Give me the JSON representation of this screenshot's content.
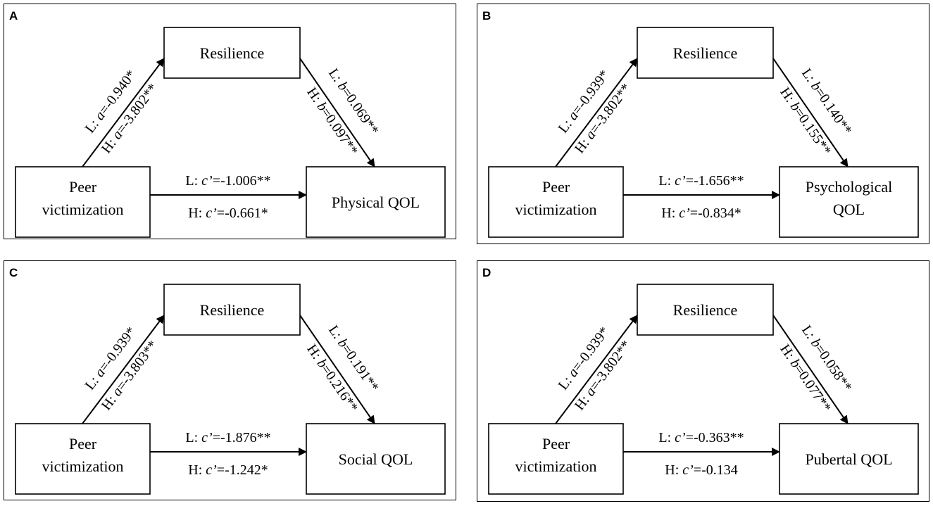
{
  "panels": [
    {
      "letter": "A",
      "mediator": "Resilience",
      "predictor": [
        "Peer",
        "victimization"
      ],
      "outcome": [
        "Physical QOL"
      ],
      "a_L": {
        "prefix": "L: ",
        "sym": "a",
        "rest": "=-0.940*"
      },
      "a_H": {
        "prefix": "H: ",
        "sym": "a",
        "rest": "=-3.802**"
      },
      "b_L": {
        "prefix": "L: ",
        "sym": "b",
        "rest": "=0.069**"
      },
      "b_H": {
        "prefix": "H: ",
        "sym": "b",
        "rest": "=0.097**"
      },
      "c_L": {
        "prefix": "L: ",
        "sym": "c’",
        "rest": "=-1.006**"
      },
      "c_H": {
        "prefix": "H: ",
        "sym": "c’",
        "rest": "=-0.661*"
      }
    },
    {
      "letter": "B",
      "mediator": "Resilience",
      "predictor": [
        "Peer",
        "victimization"
      ],
      "outcome": [
        "Psychological",
        "QOL"
      ],
      "a_L": {
        "prefix": "L: ",
        "sym": "a",
        "rest": "=-0.939*"
      },
      "a_H": {
        "prefix": "H: ",
        "sym": "a",
        "rest": "=-3.802**"
      },
      "b_L": {
        "prefix": "L: ",
        "sym": "b",
        "rest": "=0.140**"
      },
      "b_H": {
        "prefix": "H: ",
        "sym": "b",
        "rest": "=0.155**"
      },
      "c_L": {
        "prefix": "L: ",
        "sym": "c’",
        "rest": "=-1.656**"
      },
      "c_H": {
        "prefix": "H: ",
        "sym": "c’",
        "rest": "=-0.834*"
      }
    },
    {
      "letter": "C",
      "mediator": "Resilience",
      "predictor": [
        "Peer",
        "victimization"
      ],
      "outcome": [
        "Social QOL"
      ],
      "a_L": {
        "prefix": "L: ",
        "sym": "a",
        "rest": "=-0.939*"
      },
      "a_H": {
        "prefix": "H: ",
        "sym": "a",
        "rest": "=-3.803**"
      },
      "b_L": {
        "prefix": "L: ",
        "sym": "b",
        "rest": "=0.191**"
      },
      "b_H": {
        "prefix": "H: ",
        "sym": "b",
        "rest": "=0.216**"
      },
      "c_L": {
        "prefix": "L: ",
        "sym": "c’",
        "rest": "=-1.876**"
      },
      "c_H": {
        "prefix": "H: ",
        "sym": "c’",
        "rest": "=-1.242*"
      }
    },
    {
      "letter": "D",
      "mediator": "Resilience",
      "predictor": [
        "Peer",
        "victimization"
      ],
      "outcome": [
        "Pubertal QOL"
      ],
      "a_L": {
        "prefix": "L: ",
        "sym": "a",
        "rest": "=-0.939*"
      },
      "a_H": {
        "prefix": "H: ",
        "sym": "a",
        "rest": "=-3.802**"
      },
      "b_L": {
        "prefix": "L: ",
        "sym": "b",
        "rest": "=0.058**"
      },
      "b_H": {
        "prefix": "H: ",
        "sym": "b",
        "rest": "=0.077**"
      },
      "c_L": {
        "prefix": "L: ",
        "sym": "c’",
        "rest": "=-0.363**"
      },
      "c_H": {
        "prefix": "H: ",
        "sym": "c’",
        "rest": "=-0.134"
      }
    }
  ]
}
